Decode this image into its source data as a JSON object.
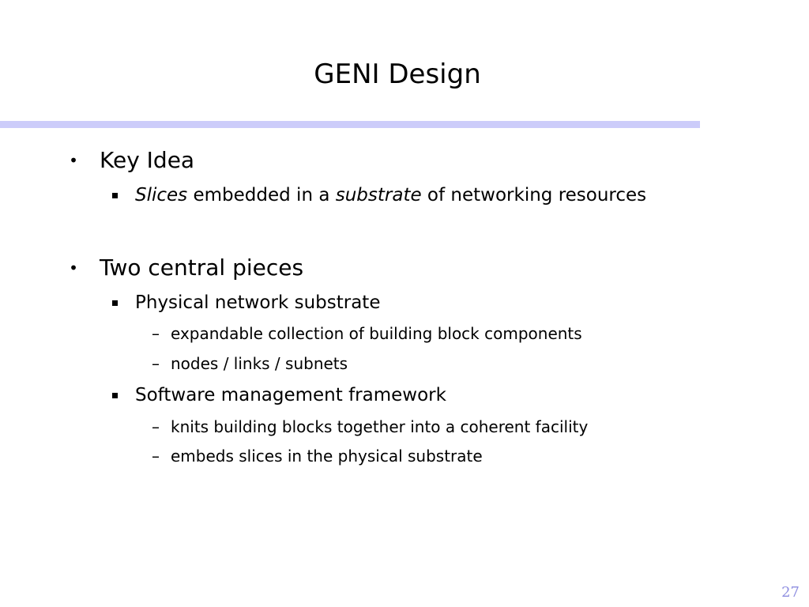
{
  "slide": {
    "title": "GENI Design",
    "page_number": "27",
    "rule_color": "#ccccfa",
    "page_number_color": "#8e8ee0"
  },
  "bullets": [
    {
      "level": 1,
      "marker": "•",
      "text": "Key Idea",
      "children": [
        {
          "level": 2,
          "marker": "square-bullet",
          "parts": [
            {
              "text": "Slices",
              "italic": true
            },
            {
              "text": " embedded in a ",
              "italic": false
            },
            {
              "text": "substrate",
              "italic": true
            },
            {
              "text": " of networking resources",
              "italic": false
            }
          ]
        }
      ]
    },
    {
      "level": 1,
      "marker": "•",
      "text": "Two central pieces",
      "children": [
        {
          "level": 2,
          "marker": "square-bullet",
          "text": "Physical network substrate",
          "children": [
            {
              "level": 3,
              "marker": "–",
              "text": "expandable collection of building block components"
            },
            {
              "level": 3,
              "marker": "–",
              "text": "nodes / links / subnets"
            }
          ]
        },
        {
          "level": 2,
          "marker": "square-bullet",
          "text": "Software management framework",
          "children": [
            {
              "level": 3,
              "marker": "–",
              "text": "knits building blocks together into a coherent facility"
            },
            {
              "level": 3,
              "marker": "–",
              "text": "embeds slices in the physical substrate"
            }
          ]
        }
      ]
    }
  ]
}
